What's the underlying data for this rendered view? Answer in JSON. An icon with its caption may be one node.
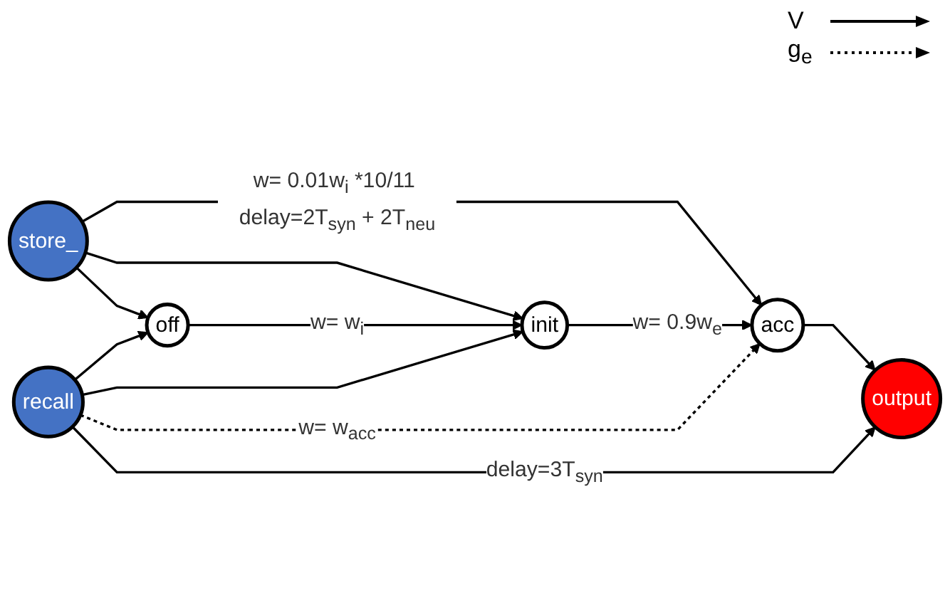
{
  "diagram": {
    "nodes": [
      {
        "text": [
          "store_"
        ]
      },
      {
        "text": [
          "acc"
        ]
      },
      {
        "text": [
          "init"
        ]
      },
      {
        "text": [
          "output"
        ]
      },
      {
        "text": [
          "off"
        ]
      },
      {
        "text": [
          "recall"
        ]
      }
    ],
    "edges": [
      {
        "from": 0,
        "to": 1,
        "arrow": "to",
        "label": "w= 0.01w$_{i}$ *10/11 delay=2T$_{syn}$ + 2T$_{neu}$"
      },
      {
        "from": 0,
        "to": 2,
        "arrow": "to"
      },
      {
        "from": 0,
        "to": 4,
        "arrow": "to"
      },
      {
        "from": 2,
        "to": 1,
        "arrow": "to",
        "label": "w= 0.9w$_{e}$"
      },
      {
        "from": 1,
        "to": 3,
        "arrow": "to"
      },
      {
        "from": 4,
        "to": 2,
        "arrow": "to",
        "label": "w= w$_{i}$"
      },
      {
        "from": 5,
        "to": 2,
        "arrow": "to"
      },
      {
        "from": 5,
        "to": 1,
        "arrow": "to",
        "style": "dashed",
        "label": "w= w$_{acc}$"
      },
      {
        "from": 5,
        "to": 4,
        "arrow": "to"
      },
      {
        "from": 5,
        "to": 3,
        "arrow": "to",
        "label": "delay=3T$_{syn}$"
      }
    ],
    "legend": [
      {
        "text": "V"
      },
      {
        "text": "g$_{e}$"
      }
    ]
  }
}
